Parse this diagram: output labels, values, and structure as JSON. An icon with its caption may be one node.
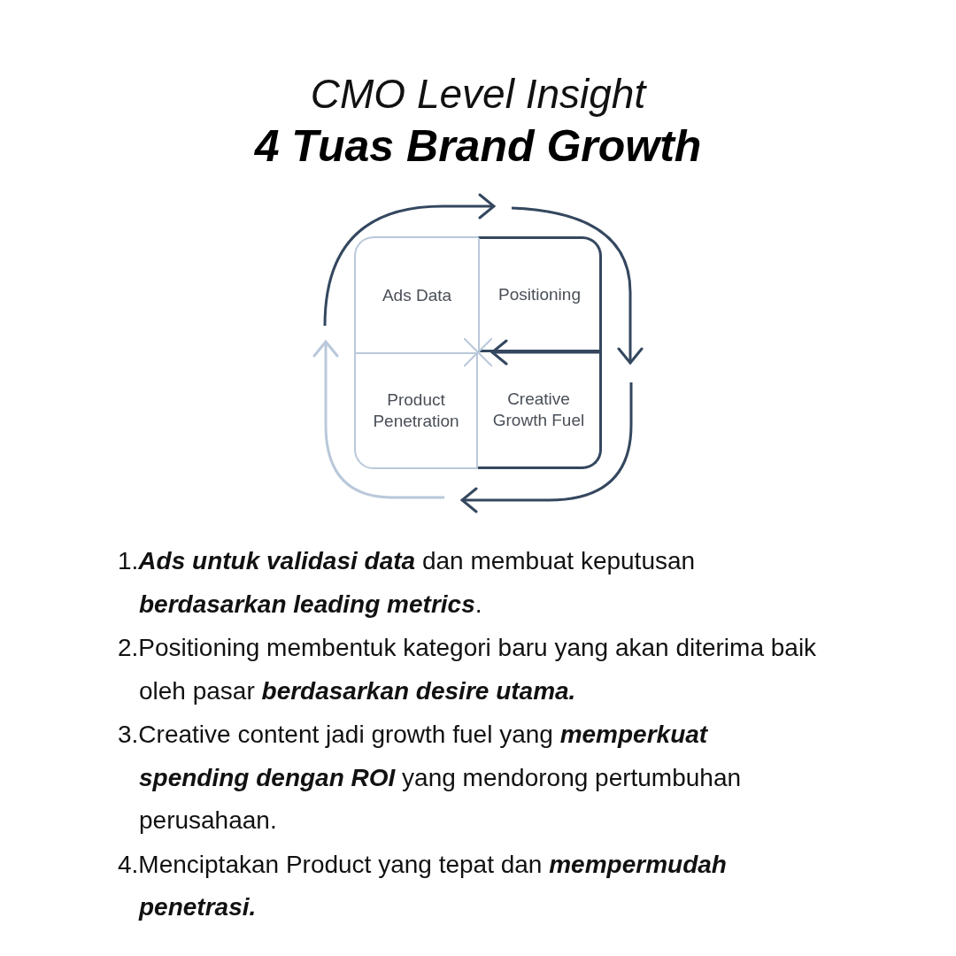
{
  "diagram": {
    "title": "CMO Level Insight 4 Tuas Brand Growth",
    "nodes": [
      {
        "text": [
          "Ads Data"
        ]
      },
      {
        "text": [
          "Positioning"
        ]
      },
      {
        "text": [
          "Product Penetration"
        ]
      },
      {
        "text": [
          "Creative Growth Fuel"
        ]
      },
      {
        "text": [],
        "shape": "cross"
      }
    ],
    "edges": [
      {
        "from": 1,
        "to": 4,
        "arrow": "to"
      }
    ],
    "labels": [
      "1.**Ads untuk validasi data** dan membuat keputusan **berdasarkan leading metrics**.",
      "2.Positioning membentuk kategori baru yang akan diterima baik oleh pasar **berdasarkan desire utama.**",
      "3.Creative content jadi growth fuel yang **memperkuat spending dengan ROI** yang mendorong pertumbuhan perusahaan.",
      "4.Menciptakan Product yang tepat dan **mempermudah penetrasi.**"
    ]
  }
}
